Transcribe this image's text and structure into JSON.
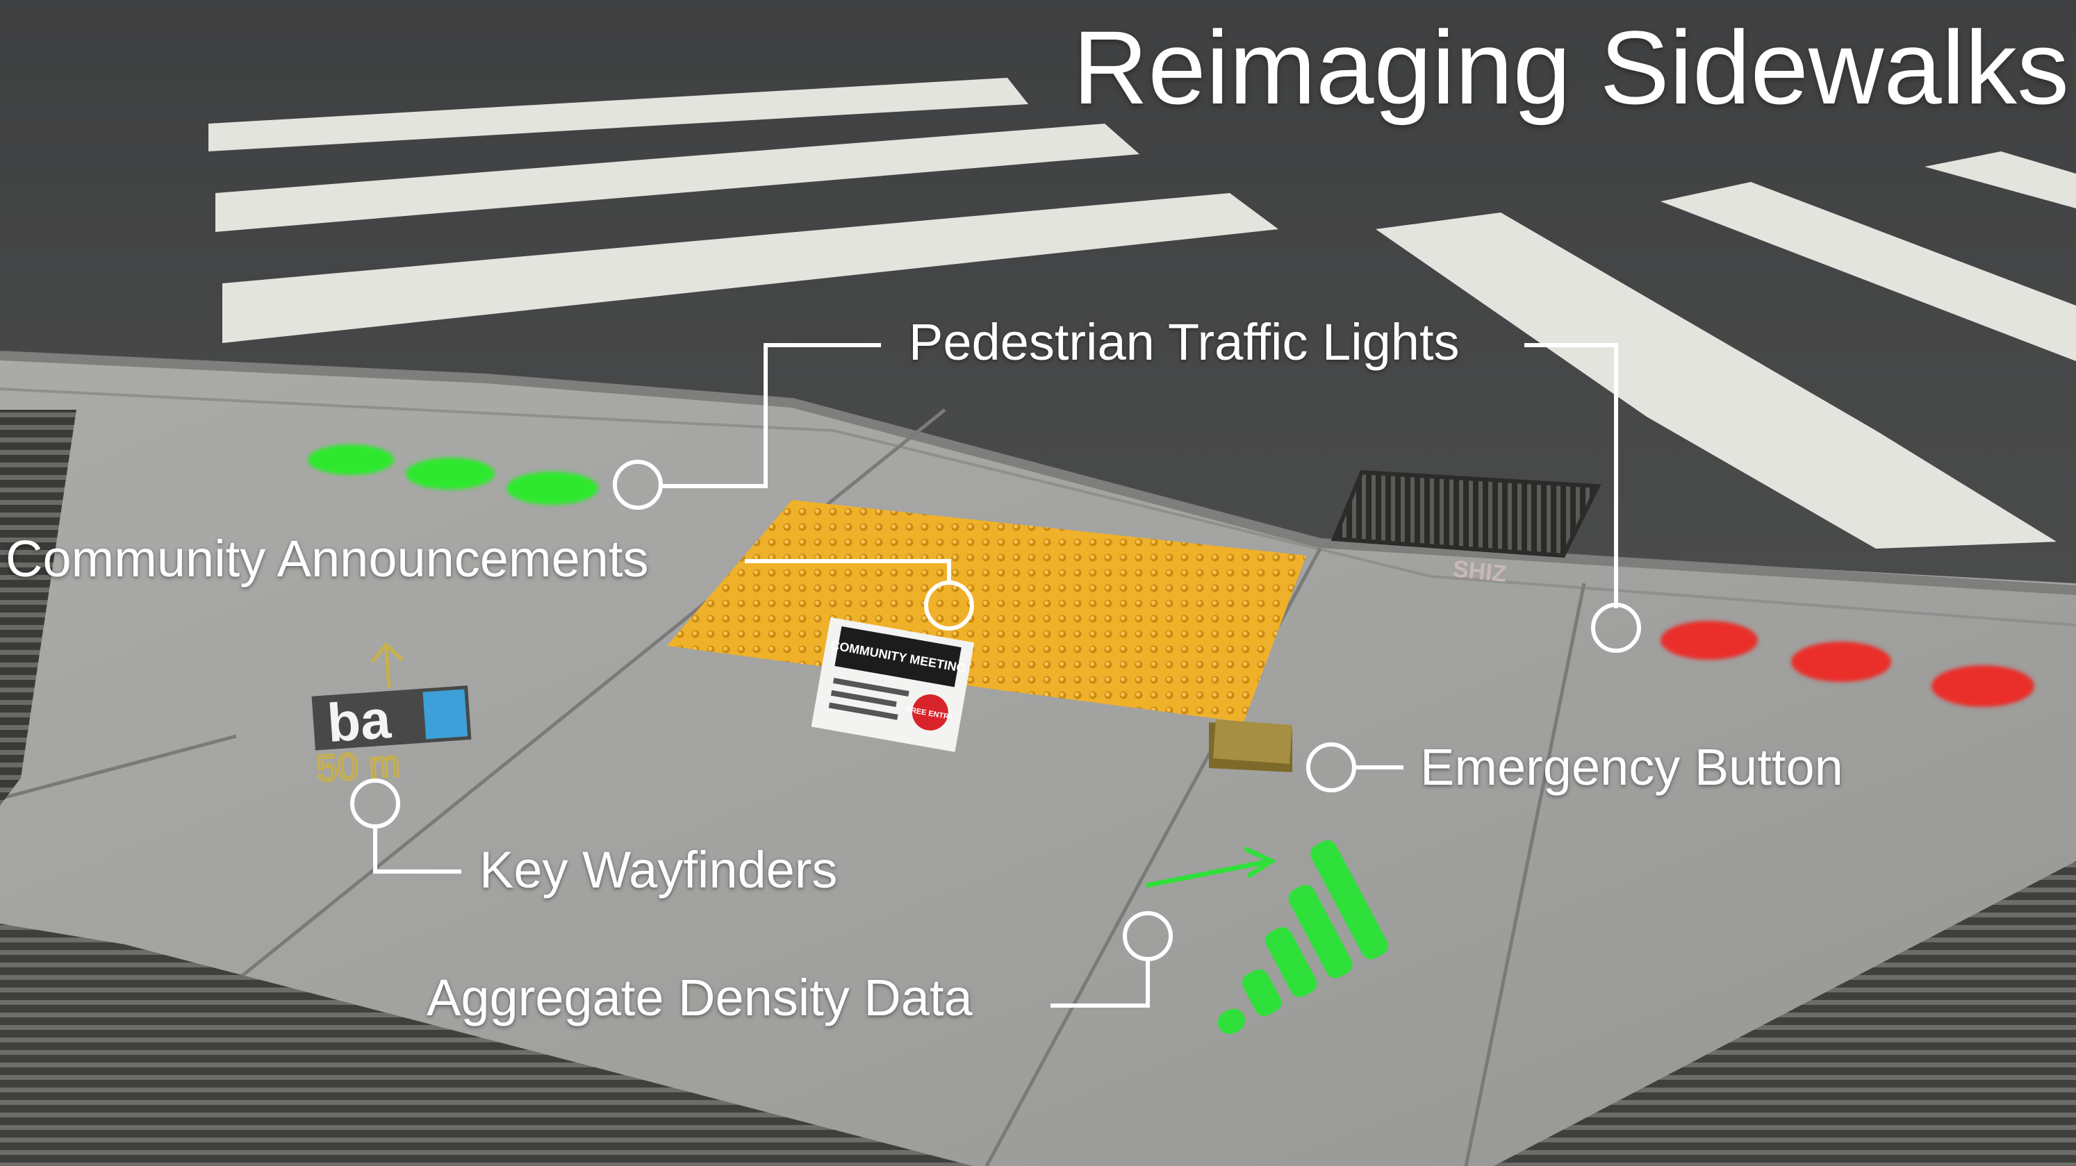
{
  "title": "Reimaging Sidewalks",
  "callouts": {
    "pedestrian_traffic_lights": "Pedestrian Traffic Lights",
    "community_announcements": "Community Announcements",
    "emergency_button": "Emergency Button",
    "key_wayfinders": "Key Wayfinders",
    "aggregate_density_data": "Aggregate Density Data"
  },
  "poster": {
    "heading": "COMMUNITY MEETING",
    "badge": "FREE ENTRY"
  },
  "wayfinder": {
    "logo_text": "ba",
    "distance": "50 m"
  },
  "pavement_text": "SHIZ",
  "colors": {
    "asphalt": "#3a3b3c",
    "sidewalk": "#a3a3a1",
    "crosswalk_paint": "#e6e6e2",
    "tactile_pad": "#f2b32a",
    "go_light": "#2ee82e",
    "stop_light": "#e8302a",
    "emergency_button": "#a08a3c",
    "density_bars": "#2fe03a",
    "callout_line": "#ffffff"
  },
  "icons": {
    "callout_marker": "ring-icon",
    "direction_arrow": "arrow-up-icon",
    "trend_arrow": "arrow-northeast-icon"
  }
}
